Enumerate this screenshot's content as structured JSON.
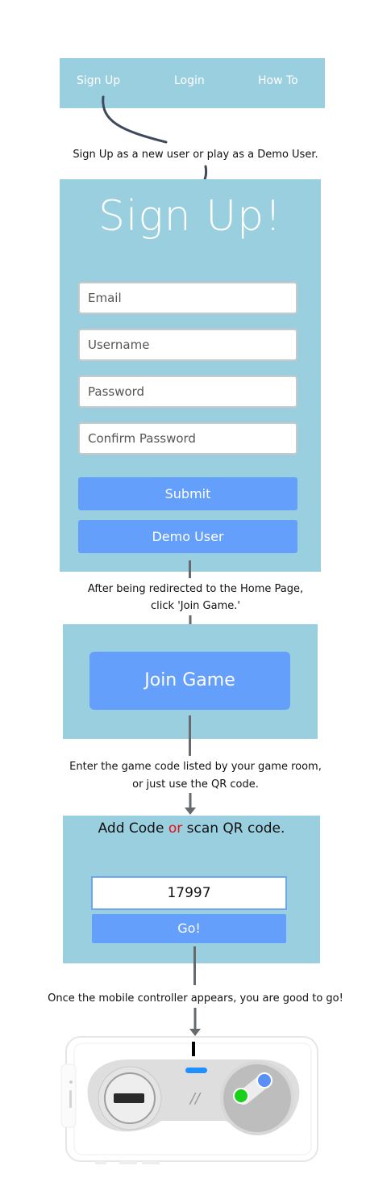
{
  "nav": {
    "items": [
      "Sign Up",
      "Login",
      "How To"
    ]
  },
  "captions": {
    "step1": "Sign Up as a new user or play as a Demo User.",
    "step2_line1": "After being redirected to the Home Page,",
    "step2_line2": "click 'Join Game.'",
    "step3_line1": "Enter the game code listed by your game room,",
    "step3_line2": "or just use the QR code.",
    "step4": "Once the mobile controller appears, you are good to go!"
  },
  "signup": {
    "title": "Sign Up!",
    "email_placeholder": "Email",
    "username_placeholder": "Username",
    "password_placeholder": "Password",
    "confirm_placeholder": "Confirm Password",
    "submit_label": "Submit",
    "demo_label": "Demo User"
  },
  "join": {
    "button_label": "Join Game"
  },
  "code": {
    "title_prefix": "Add Code ",
    "title_or": "or",
    "title_suffix": " scan QR code.",
    "value": "17997",
    "go_label": "Go!"
  },
  "controller": {
    "center_mark": "//"
  },
  "colors": {
    "panel": "#9ACFE0",
    "button": "#649FFC",
    "arrow": "#666a6e",
    "or_red": "#e41010"
  }
}
